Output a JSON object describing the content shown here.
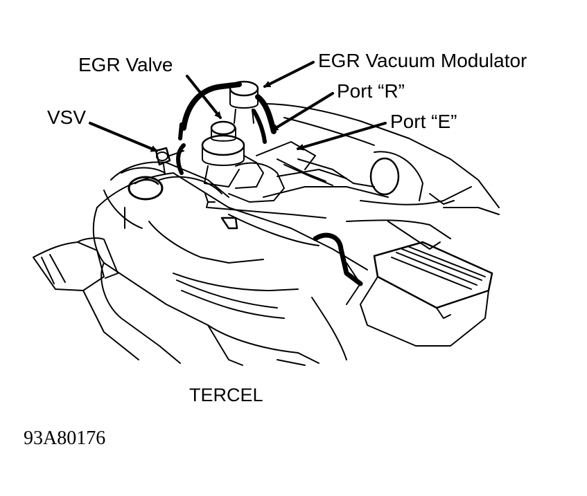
{
  "labels": {
    "egr_valve": "EGR Valve",
    "egr_vacuum_modulator": "EGR Vacuum Modulator",
    "port_r": "Port “R”",
    "port_e": "Port “E”",
    "vsv": "VSV"
  },
  "caption": {
    "model": "TERCEL",
    "figure_id": "93A80176"
  },
  "colors": {
    "ink": "#000000",
    "paper": "#ffffff"
  }
}
